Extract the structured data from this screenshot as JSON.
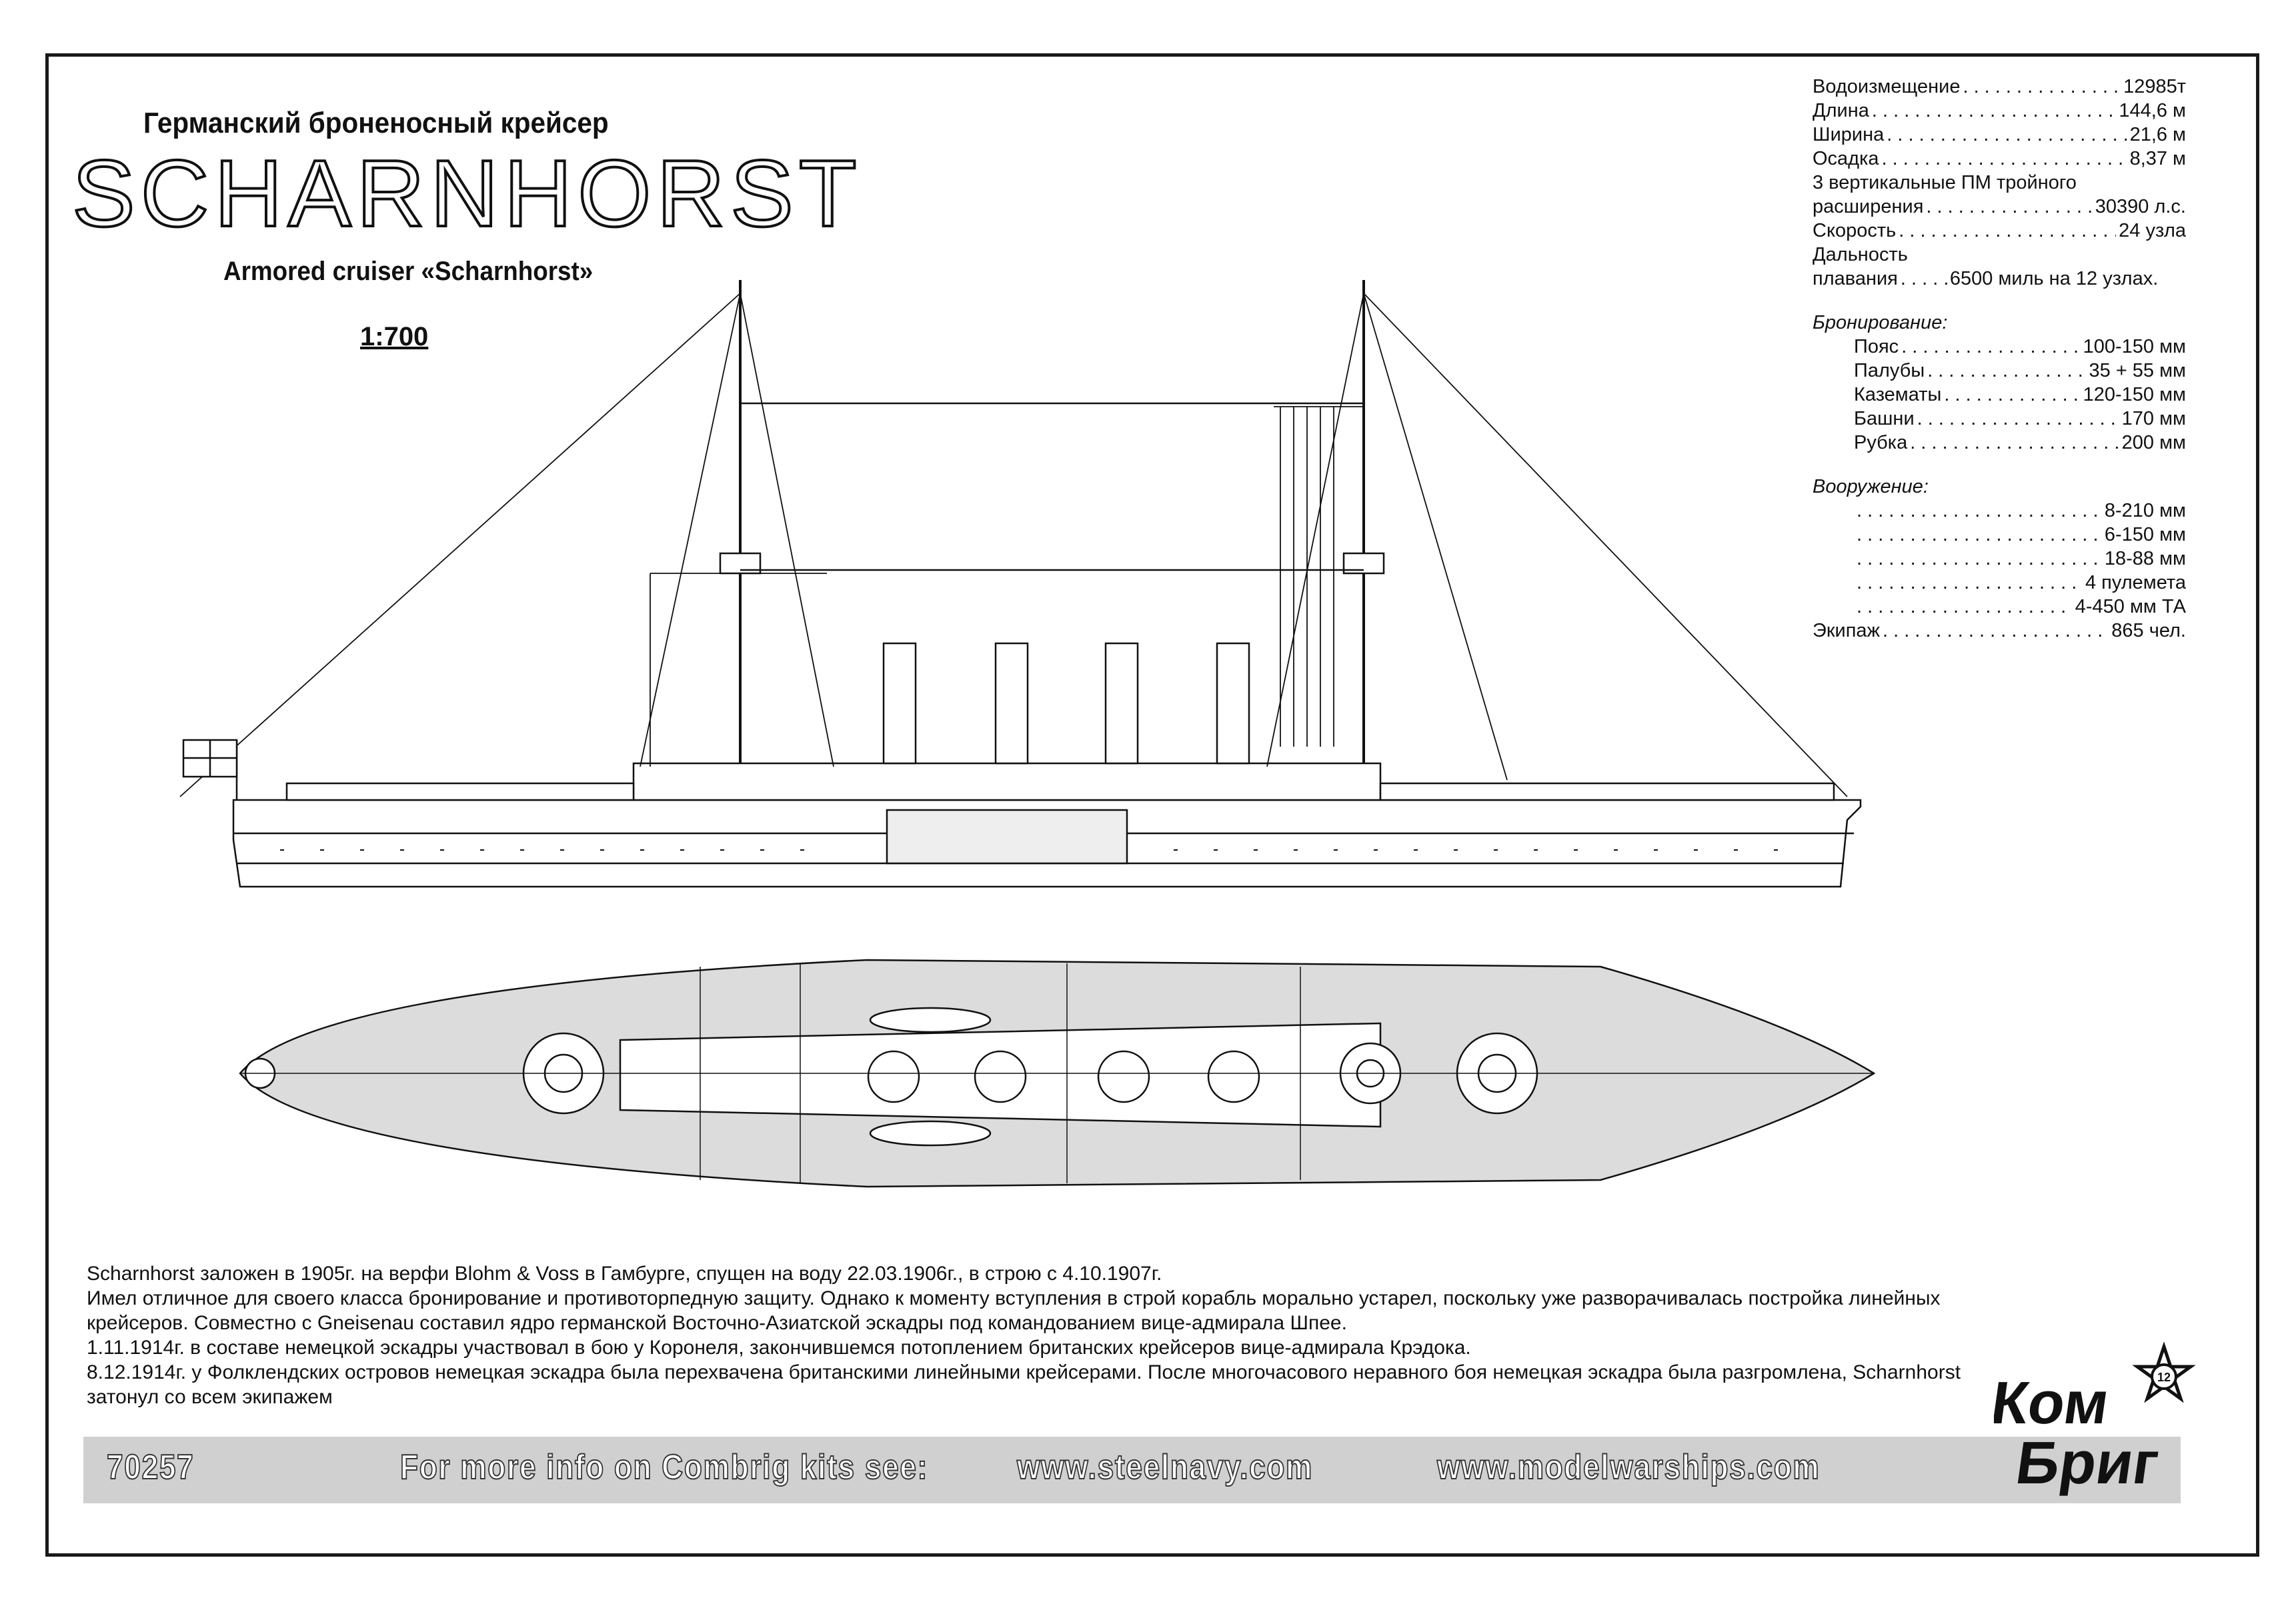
{
  "header": {
    "subtitle_ru": "Германский броненосный крейсер",
    "title": "SCHARNHORST",
    "subtitle_en": "Armored cruiser «Scharnhorst»",
    "scale": "1:700"
  },
  "specs": {
    "main": [
      {
        "label": "Водоизмещение",
        "value": "12985т"
      },
      {
        "label": "Длина",
        "value": "144,6 м"
      },
      {
        "label": "Ширина",
        "value": "21,6 м"
      },
      {
        "label": "Осадка",
        "value": "8,37 м"
      }
    ],
    "engine_line1": "3 вертикальные ПМ тройного",
    "engine": {
      "label": "расширения",
      "value": "30390 л.с."
    },
    "speed": {
      "label": "Скорость",
      "value": "24 узла"
    },
    "range_line1": "Дальность",
    "range": {
      "label": "плавания",
      "value": "6500 миль на 12 узлах."
    },
    "armor_header": "Бронирование:",
    "armor": [
      {
        "label": "Пояс",
        "value": "100-150 мм"
      },
      {
        "label": "Палубы",
        "value": "35 + 55 мм"
      },
      {
        "label": "Казематы",
        "value": "120-150 мм"
      },
      {
        "label": "Башни",
        "value": "170 мм"
      },
      {
        "label": "Рубка",
        "value": "200 мм"
      }
    ],
    "armament_header": "Вооружение:",
    "armament": [
      {
        "label": "",
        "value": "8-210 мм"
      },
      {
        "label": "",
        "value": "6-150 мм"
      },
      {
        "label": "",
        "value": "18-88 мм"
      },
      {
        "label": "",
        "value": "4 пулемета"
      },
      {
        "label": "",
        "value": "4-450 мм ТА"
      }
    ],
    "crew": {
      "label": "Экипаж",
      "value": "865 чел."
    }
  },
  "history": [
    "Scharnhorst заложен в 1905г. на верфи Blohm & Voss в Гамбурге, спущен на воду 22.03.1906г., в строю с 4.10.1907г.",
    "Имел отличное для своего класса бронирование и противоторпедную защиту. Однако к моменту вступления в строй корабль морально устарел, поскольку уже разворачивалась постройка линейных крейсеров. Совместно с Gneisenau составил ядро германской Восточно-Азиатской эскадры под командованием вице-адмирала Шпее.",
    "1.11.1914г. в составе немецкой эскадры участвовал в бою у Коронеля, закончившемся потоплением британских крейсеров вице-адмирала Крэдока.",
    "8.12.1914г. у Фолклендских островов немецкая эскадра была перехвачена британскими линейными крейсерами. После многочасового неравного боя немецкая эскадра была разгромлена, Scharnhorst затонул со всем экипажем"
  ],
  "banner": {
    "code": "70257",
    "info": "For more info on Combrig kits see:",
    "url1": "www.steelnavy.com",
    "url2": "www.modelwarships.com"
  },
  "logo": {
    "line1": "Ком",
    "line2": "Бриг",
    "badge": "12"
  }
}
